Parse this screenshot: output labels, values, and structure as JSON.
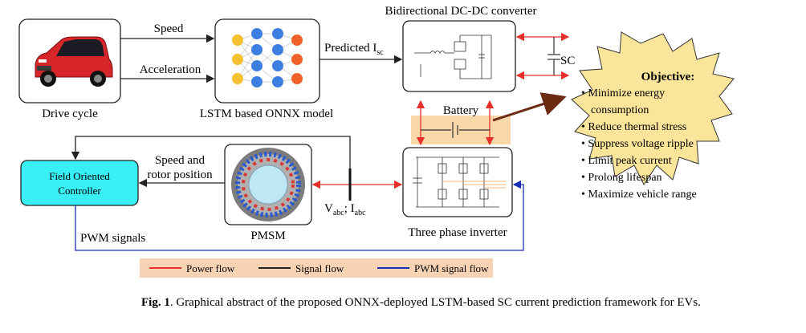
{
  "labels": {
    "drive_cycle": "Drive cycle",
    "speed": "Speed",
    "acceleration": "Acceleration",
    "lstm_model": "LSTM based ONNX model",
    "predicted_prefix": "Predicted I",
    "predicted_sub": "sc",
    "dcdc_title": "Bidirectional DC-DC converter",
    "sc": "SC",
    "battery": "Battery",
    "foc_line1": "Field Oriented",
    "foc_line2": "Controller",
    "speed_rotor_line1": "Speed and",
    "speed_rotor_line2": "rotor position",
    "pmsm": "PMSM",
    "v_label": "V",
    "v_sub": "abc",
    "i_label": "; I",
    "i_sub": "abc",
    "inverter": "Three phase inverter",
    "pwm_signals": "PWM signals"
  },
  "objective": {
    "title": "Objective:",
    "items": [
      {
        "text": "Minimize energy",
        "bullet": true
      },
      {
        "text": "consumption",
        "bullet": false
      },
      {
        "text": "Reduce thermal stress",
        "bullet": true
      },
      {
        "text": "Suppress voltage ripple",
        "bullet": true
      },
      {
        "text": "Limit peak current",
        "bullet": true
      },
      {
        "text": "Prolong lifespan",
        "bullet": true
      },
      {
        "text": "Maximize vehicle range",
        "bullet": true
      }
    ]
  },
  "legend": {
    "items": [
      {
        "label": "Power flow",
        "color": "#e8312a"
      },
      {
        "label": "Signal flow",
        "color": "#222222"
      },
      {
        "label": "PWM signal flow",
        "color": "#1a2fb5"
      }
    ]
  },
  "caption": {
    "fig": "Fig. 1",
    "text": ".  Graphical abstract of the proposed ONNX-deployed LSTM-based SC current prediction framework for EVs."
  },
  "colors": {
    "power": "#e8312a",
    "signal": "#222222",
    "pwm": "#1a2fb5",
    "foc_fill": "#38f0f4",
    "star_fill": "#fbe59a",
    "objective_title": "#d01c1c",
    "legend_bg": "#f7d3b4",
    "battery_bg": "#f8d8a8"
  }
}
